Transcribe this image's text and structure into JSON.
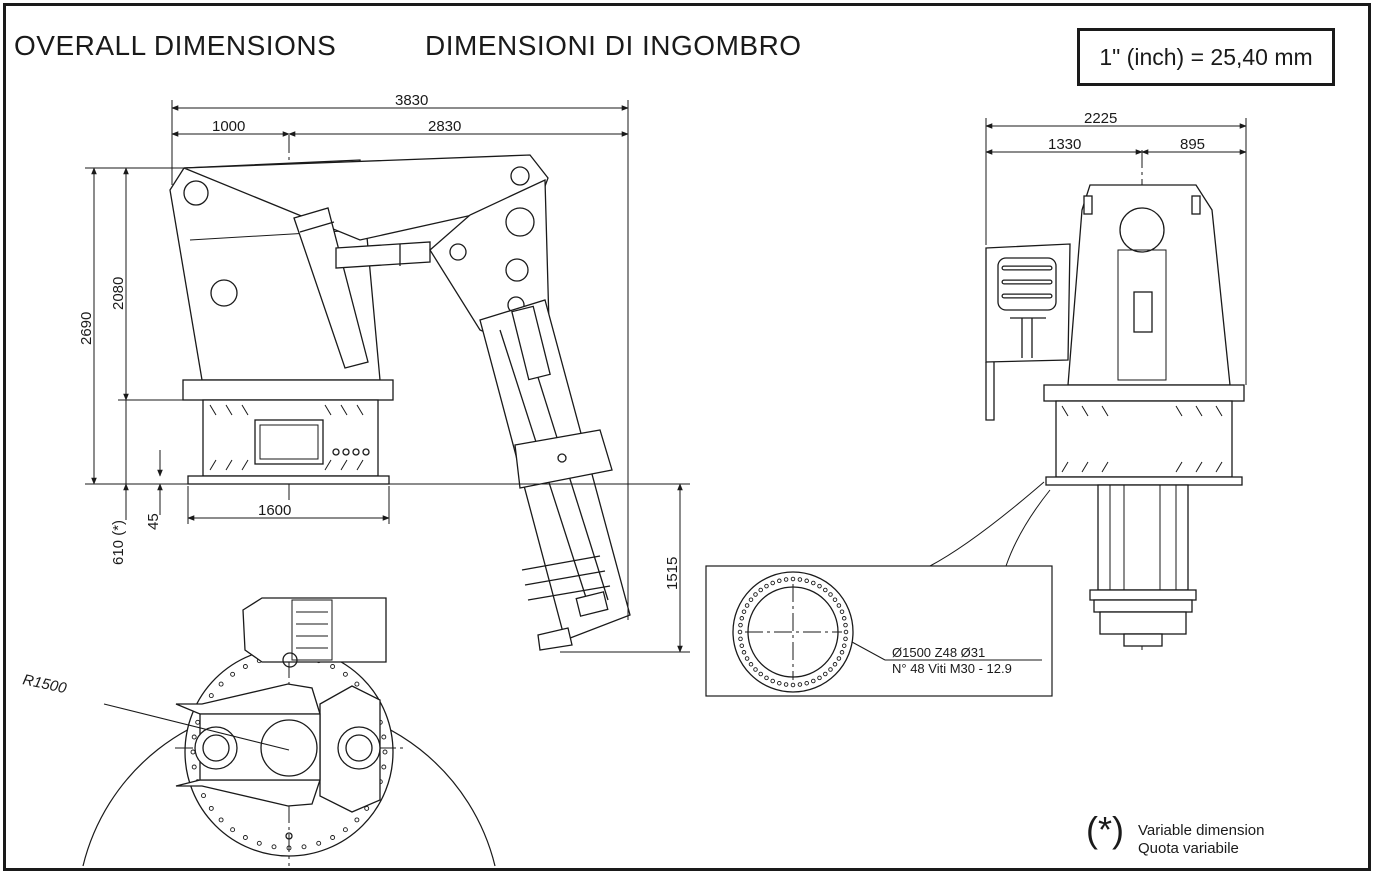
{
  "header": {
    "title_en": "OVERALL  DIMENSIONS",
    "title_it": "DIMENSIONI DI INGOMBRO",
    "conversion": "1\" (inch) = 25,40 mm"
  },
  "side_view": {
    "dims": {
      "total_reach": "3830",
      "base_to_axis": "1000",
      "axis_to_tip": "2830",
      "total_height": "2690",
      "column_height": "2080",
      "below_deck": "610 (*)",
      "flange_thickness": "45",
      "base_width": "1600",
      "tip_drop": "1515"
    }
  },
  "front_view": {
    "dims": {
      "total_width": "2225",
      "left_width": "1330",
      "right_width": "895"
    }
  },
  "top_view": {
    "radius_label": "R1500"
  },
  "flange_detail": {
    "spec_line1": "Ø1500  Z48 Ø31",
    "spec_line2": "N° 48 Viti M30 - 12.9"
  },
  "footnote": {
    "symbol": "(*)",
    "line_en": "Variable dimension",
    "line_it": "Quota variabile"
  }
}
